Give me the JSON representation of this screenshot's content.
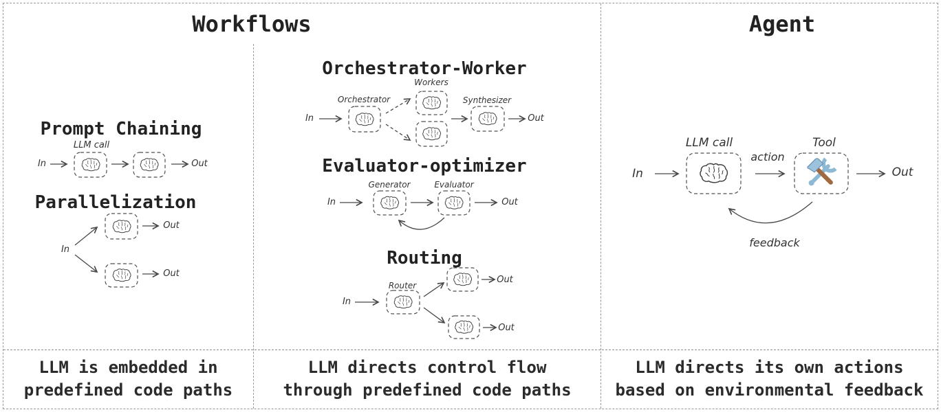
{
  "titles": {
    "workflows": "Workflows",
    "agent": "Agent"
  },
  "workflows": {
    "prompt_chaining": {
      "title": "Prompt Chaining",
      "in": "In",
      "llm_call": "LLM call",
      "out": "Out"
    },
    "parallelization": {
      "title": "Parallelization",
      "in": "In",
      "out_top": "Out",
      "out_bottom": "Out"
    },
    "orchestrator_worker": {
      "title": "Orchestrator-Worker",
      "in": "In",
      "orchestrator": "Orchestrator",
      "workers": "Workers",
      "synthesizer": "Synthesizer",
      "out": "Out"
    },
    "evaluator_optimizer": {
      "title": "Evaluator-optimizer",
      "in": "In",
      "generator": "Generator",
      "evaluator": "Evaluator",
      "out": "Out"
    },
    "routing": {
      "title": "Routing",
      "in": "In",
      "router": "Router",
      "out_top": "Out",
      "out_bottom": "Out"
    },
    "caption_left": {
      "line1": "LLM is embedded in",
      "line2": "predefined code paths"
    },
    "caption_middle": {
      "line1": "LLM directs control flow",
      "line2": "through predefined code paths"
    }
  },
  "agent": {
    "in": "In",
    "llm_call": "LLM call",
    "action": "action",
    "tool": "Tool",
    "out": "Out",
    "feedback": "feedback",
    "caption": {
      "line1": "LLM directs its own actions",
      "line2": "based on environmental feedback"
    }
  },
  "icons": {
    "llm": "brain-icon",
    "tool": "hammer-wrench-icon"
  },
  "palette": {
    "ink": "#2b2b2b",
    "line": "#474747",
    "divider": "#9a9a9a",
    "wrench_blue": "#8db9d5",
    "hammer_brown": "#a0693f",
    "hammer_head_blue": "#9cc2de"
  }
}
